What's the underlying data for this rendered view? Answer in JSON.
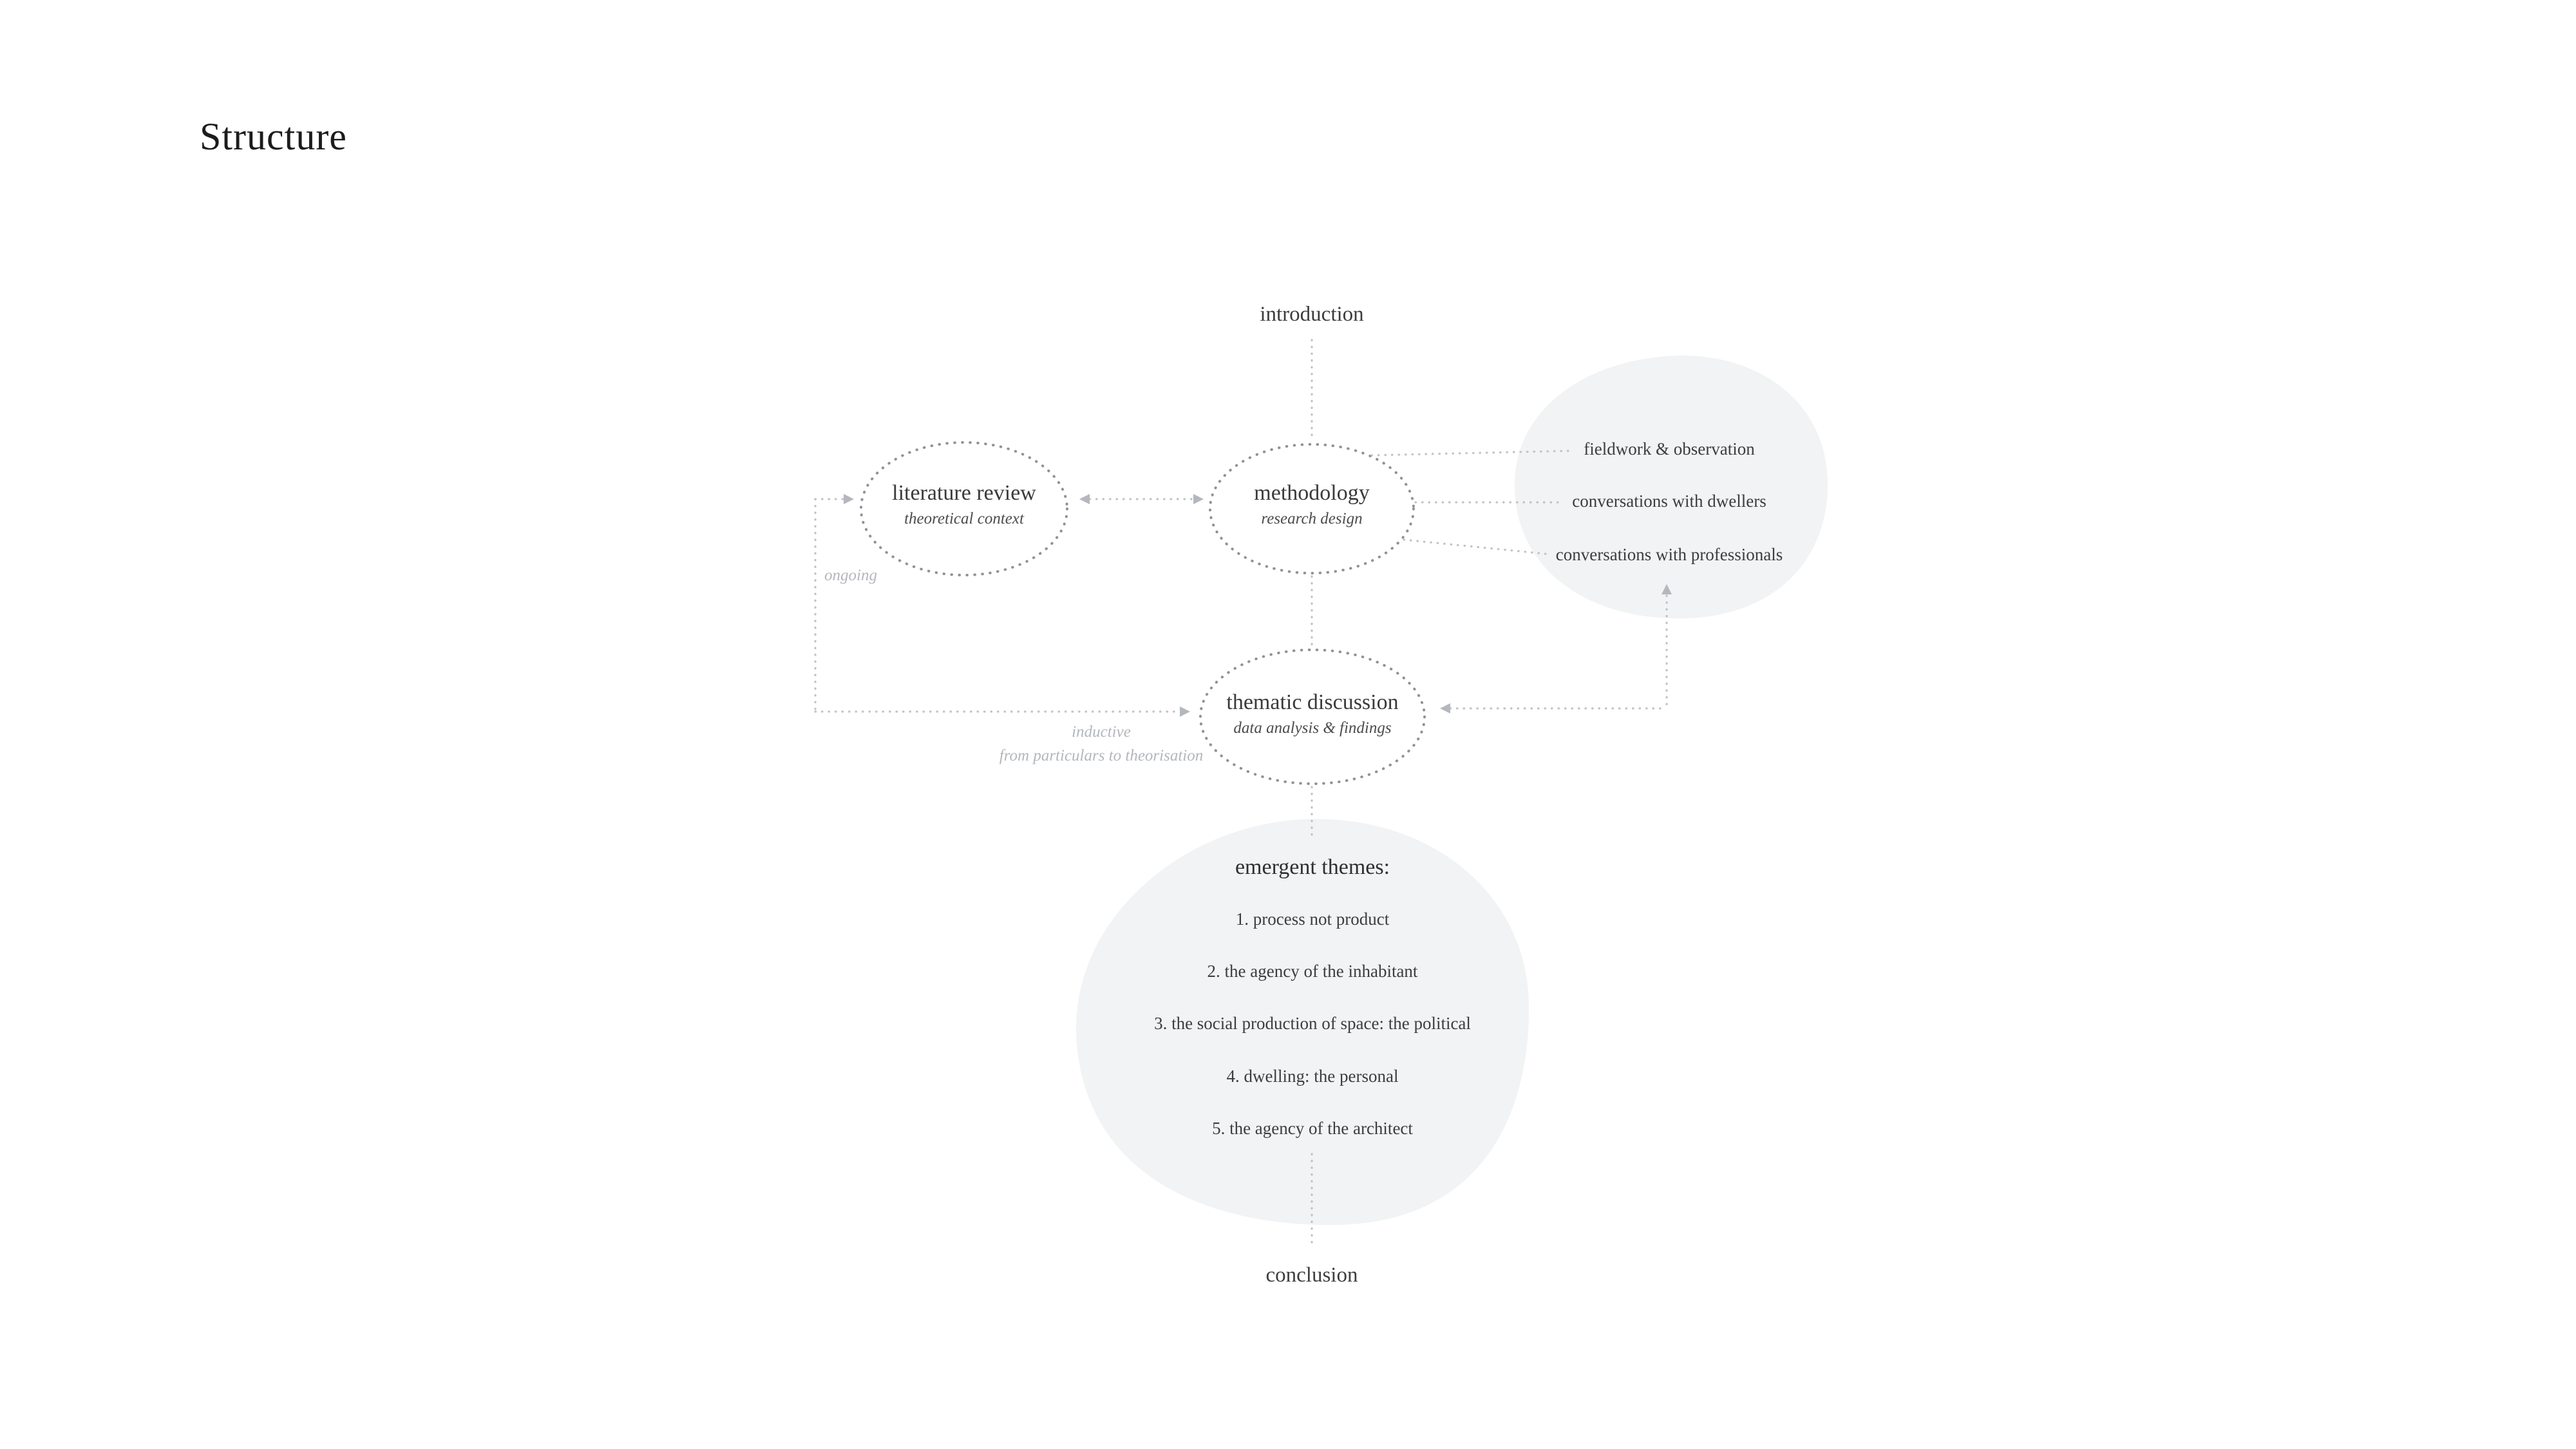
{
  "page": {
    "title": "Structure"
  },
  "nodes": {
    "introduction": {
      "label": "introduction"
    },
    "literature_review": {
      "label": "literature review",
      "sublabel": "theoretical context"
    },
    "methodology": {
      "label": "methodology",
      "sublabel": "research design"
    },
    "thematic_discussion": {
      "label": "thematic discussion",
      "sublabel": "data analysis & findings"
    },
    "conclusion": {
      "label": "conclusion"
    }
  },
  "annotations": {
    "ongoing": "ongoing",
    "inductive": "inductive",
    "inductive_detail": "from particulars to theorisation"
  },
  "fieldwork_group": {
    "items": [
      {
        "label": "fieldwork & observation"
      },
      {
        "label": "conversations with dwellers"
      },
      {
        "label": "conversations with professionals"
      }
    ]
  },
  "themes": {
    "heading": "emergent themes:",
    "items": [
      {
        "label": "1. process not product"
      },
      {
        "label": "2. the agency of the inhabitant"
      },
      {
        "label": "3. the social production of space: the political"
      },
      {
        "label": "4. dwelling: the personal"
      },
      {
        "label": "5. the agency of the architect"
      }
    ]
  },
  "colors": {
    "background": "#ffffff",
    "text": "#3d3d3d",
    "muted": "#b3b7bc",
    "line": "#bfc3c7",
    "ellipse_dots": "#8e9296",
    "blob_fill": "#f1f3f4"
  }
}
